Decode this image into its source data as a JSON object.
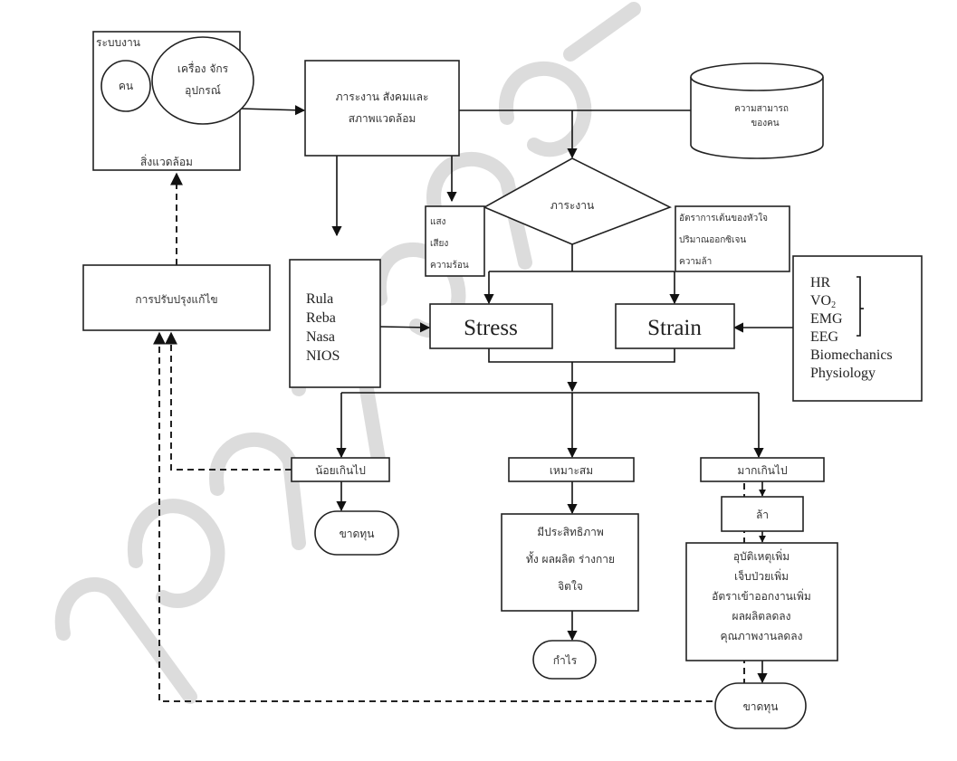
{
  "watermark": {
    "text": "ไม่ใช่ลิขสิทธิ์มหาวิทยาลัย",
    "color": "#d9d9d9"
  },
  "nodes": {
    "work_system": {
      "title": "ระบบงาน",
      "person": "คน",
      "machine_line1": "เครื่อง จักร",
      "machine_line2": "อุปกรณ์",
      "environment": "สิ่งแวดล้อม"
    },
    "workload_env": {
      "line1": "ภาระงาน สังคมและ",
      "line2": "สภาพแวดล้อม"
    },
    "human_capacity": {
      "line1": "ความสามารถ",
      "line2": "ของคน"
    },
    "workload_decision": {
      "label": "ภาระงาน"
    },
    "physical_env": {
      "lines": [
        "แสง",
        "เสียง",
        "ความร้อน"
      ]
    },
    "physiology_measures": {
      "lines": [
        "อัตราการเต้นของหัวใจ",
        "ปริมาณออกซิเจน",
        "ความล้า"
      ]
    },
    "improvement": {
      "label": "การปรับปรุงแก้ไข"
    },
    "assessment_tools": {
      "lines": [
        "Rula",
        "Reba",
        "Nasa",
        "NIOS"
      ]
    },
    "stress": {
      "label": "Stress"
    },
    "strain": {
      "label": "Strain"
    },
    "strain_measures": {
      "lines": [
        "HR",
        "VO",
        "EMG",
        "EEG",
        "Biomechanics",
        "Physiology"
      ],
      "vo_subscript": "2"
    },
    "too_little": {
      "label": "น้อยเกินไป"
    },
    "appropriate": {
      "label": "เหมาะสม"
    },
    "too_much": {
      "label": "มากเกินไป"
    },
    "loss_left": {
      "label": "ขาดทุน"
    },
    "efficiency": {
      "lines": [
        "มีประสิทธิภาพ",
        "ทั้ง ผลผลิต ร่างกาย",
        "จิตใจ"
      ]
    },
    "profit": {
      "label": "กำไร"
    },
    "fatigue": {
      "label": "ล้า"
    },
    "consequences": {
      "lines": [
        "อุบัติเหตุเพิ่ม",
        "เจ็บป่วยเพิ่ม",
        "อัตราเข้าออกงานเพิ่ม",
        "ผลผลิตลดลง",
        "คุณภาพงานลดลง"
      ]
    },
    "loss_right": {
      "label": "ขาดทุน"
    }
  }
}
